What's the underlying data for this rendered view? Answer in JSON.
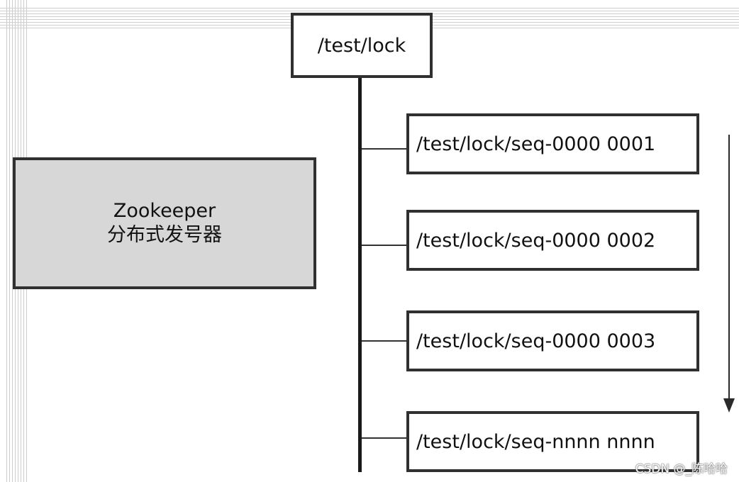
{
  "root_node": {
    "label": "/test/lock"
  },
  "zookeeper_box": {
    "title": "Zookeeper",
    "subtitle": "分布式发号器"
  },
  "sequence_nodes": [
    {
      "label": "/test/lock/seq-0000 0001"
    },
    {
      "label": "/test/lock/seq-0000 0002"
    },
    {
      "label": "/test/lock/seq-0000 0003"
    },
    {
      "label": "/test/lock/seq-nnnn nnnn"
    }
  ],
  "watermark": "CSDN @_陈哈哈",
  "colors": {
    "background": "#ffffff",
    "grid": "#cfcfcf",
    "border": "#303030",
    "zookeeper_fill": "#d7d7d7"
  }
}
